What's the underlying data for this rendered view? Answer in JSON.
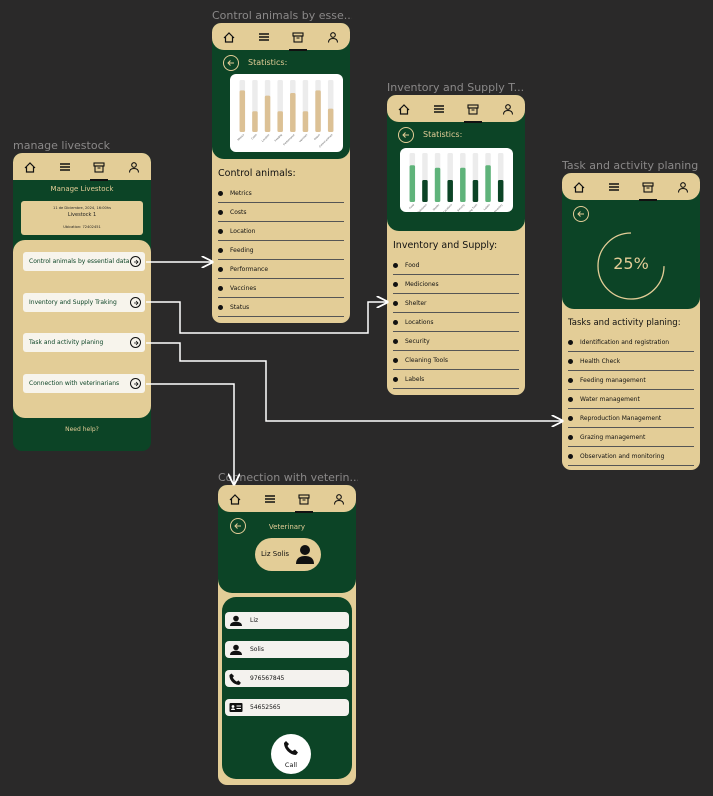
{
  "nav": [
    "home-icon",
    "menu-icon",
    "archive-icon",
    "user-icon"
  ],
  "colors": {
    "canvas": "#2a2929",
    "accent": "#e3cd97",
    "brand": "#0c4426",
    "bar_tan": "#dcc195",
    "bar_green_light": "#5fb37a",
    "bar_green_dark": "#0c4426"
  },
  "frames": {
    "manage": {
      "title": "manage livestock",
      "heading": "Manage Livestock",
      "info_date": "11 de Diciembre, 2024, 16:00hs",
      "info_name": "Livestock 1",
      "info_loc": "Ubication: 72402451",
      "buttons": [
        "Control animals by essential data",
        "Inventory and Supply Traking",
        "Task and activity planing",
        "Connection with veterinarians"
      ],
      "help": "Need help?"
    },
    "control": {
      "title": "Control animals by esse...",
      "stat_label": "Statistics:",
      "chart_labels": [
        "Metrics",
        "Costs",
        "Location",
        "Feeding",
        "Performance",
        "Vaccines",
        "Status",
        "Control animals"
      ],
      "list_title": "Control animals:",
      "items": [
        "Metrics",
        "Costs",
        "Location",
        "Feeding",
        "Performance",
        "Vaccines",
        "Status"
      ]
    },
    "inventory": {
      "title": "Inventory and Supply T...",
      "stat_label": "Statistics:",
      "chart_labels": [
        "Food",
        "Mediciones",
        "Shelter",
        "Locations",
        "Security",
        "Cleaning Tools",
        "Labels",
        "Inventory"
      ],
      "list_title": "Inventory and Supply:",
      "items": [
        "Food",
        "Mediciones",
        "Shelter",
        "Locations",
        "Security",
        "Cleaning Tools",
        "Labels"
      ]
    },
    "tasks": {
      "title": "Task and activity planing",
      "progress_text": "25%",
      "progress": 0.25,
      "list_title": "Tasks and activity planing:",
      "items": [
        "Identification and registration",
        "Health Check",
        "Feeding management",
        "Water management",
        "Reproduction Management",
        "Grazing management",
        "Observation and monitoring"
      ]
    },
    "vet": {
      "title": "Connection with veterin...",
      "heading": "Veterinary",
      "name": "Liz Solis",
      "fields": [
        {
          "icon": "person-icon",
          "value": "Liz"
        },
        {
          "icon": "person-icon",
          "value": "Solis"
        },
        {
          "icon": "phone-icon",
          "value": "976567845"
        },
        {
          "icon": "id-card-icon",
          "value": "54652565"
        }
      ],
      "call": "Call"
    }
  },
  "chart_data": [
    {
      "type": "bar",
      "title": "Statistics:",
      "categories": [
        "Metrics",
        "Costs",
        "Location",
        "Feeding",
        "Performance",
        "Vaccines",
        "Status",
        "Control animals"
      ],
      "values": [
        0.8,
        0.4,
        0.7,
        0.4,
        0.75,
        0.4,
        0.8,
        0.45
      ],
      "ylim": [
        0,
        1
      ]
    },
    {
      "type": "bar",
      "title": "Statistics:",
      "categories": [
        "Food",
        "Mediciones",
        "Shelter",
        "Locations",
        "Security",
        "Cleaning Tools",
        "Labels",
        "Inventory"
      ],
      "values": [
        0.75,
        0.45,
        0.7,
        0.45,
        0.7,
        0.45,
        0.75,
        0.45
      ],
      "ylim": [
        0,
        1
      ]
    }
  ]
}
